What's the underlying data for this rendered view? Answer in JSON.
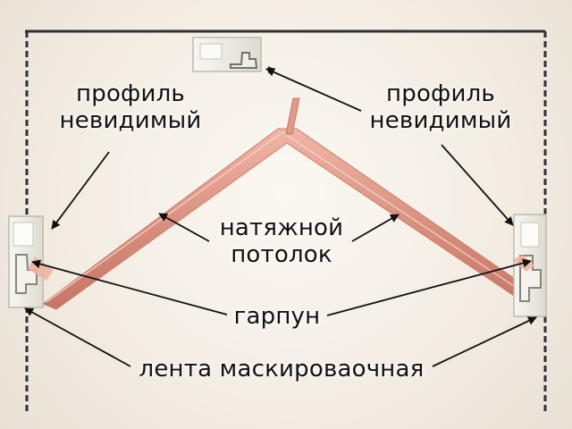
{
  "labels": {
    "profile_left": {
      "line1": "профиль",
      "line2": "невидимый"
    },
    "profile_right": {
      "line1": "профиль",
      "line2": "невидимый"
    },
    "ceiling": {
      "line1": "натяжной",
      "line2": "потолок"
    },
    "harpoon": "гарпун",
    "masking_tape": "лента маскироваочная"
  },
  "colors": {
    "background": "#f4efe6",
    "frame_line": "#2f3137",
    "film": "#d88e7c",
    "arrow": "#111111"
  }
}
